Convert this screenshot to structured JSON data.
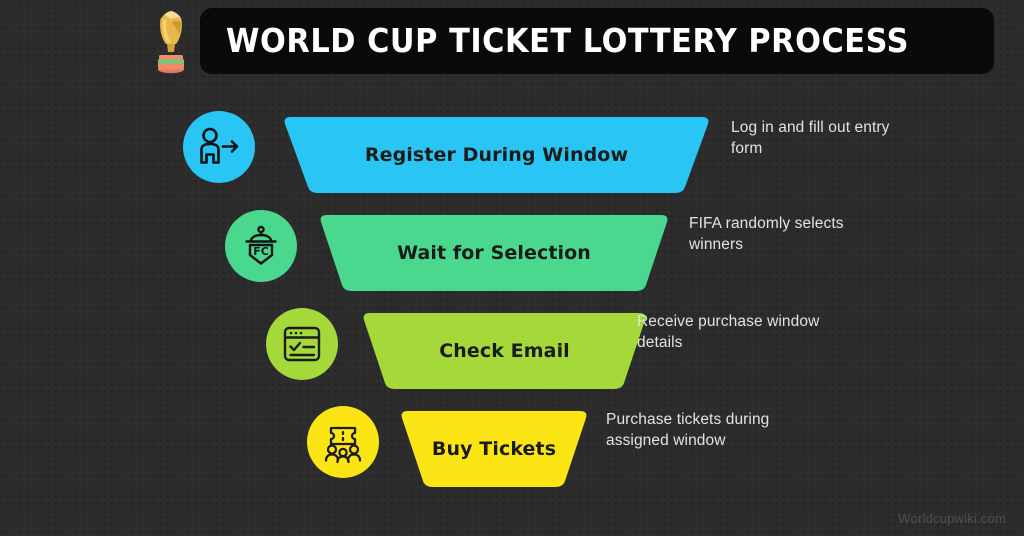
{
  "page": {
    "background_color": "#2c2c2c",
    "watermark": "Worldcupwiki.com"
  },
  "header": {
    "title": "WORLD CUP TICKET LOTTERY PROCESS",
    "plate_color": "#0a0a0a",
    "title_color": "#ffffff",
    "trophy_icon": "world-cup-trophy-icon"
  },
  "funnel": {
    "steps": [
      {
        "index": 1,
        "label": "Register During Window",
        "caption": "Log in and fill out entry form",
        "color": "#29c5f5",
        "icon": "person-arrow-icon"
      },
      {
        "index": 2,
        "label": "Wait for Selection",
        "caption": "FIFA randomly selects winners",
        "color": "#4ad78e",
        "icon": "fc-pennant-icon"
      },
      {
        "index": 3,
        "label": "Check Email",
        "caption": "Receive purchase window details",
        "color": "#a5d93a",
        "icon": "browser-checklist-icon"
      },
      {
        "index": 4,
        "label": "Buy Tickets",
        "caption": "Purchase tickets during assigned window",
        "color": "#fce515",
        "icon": "ticket-people-icon"
      }
    ]
  }
}
